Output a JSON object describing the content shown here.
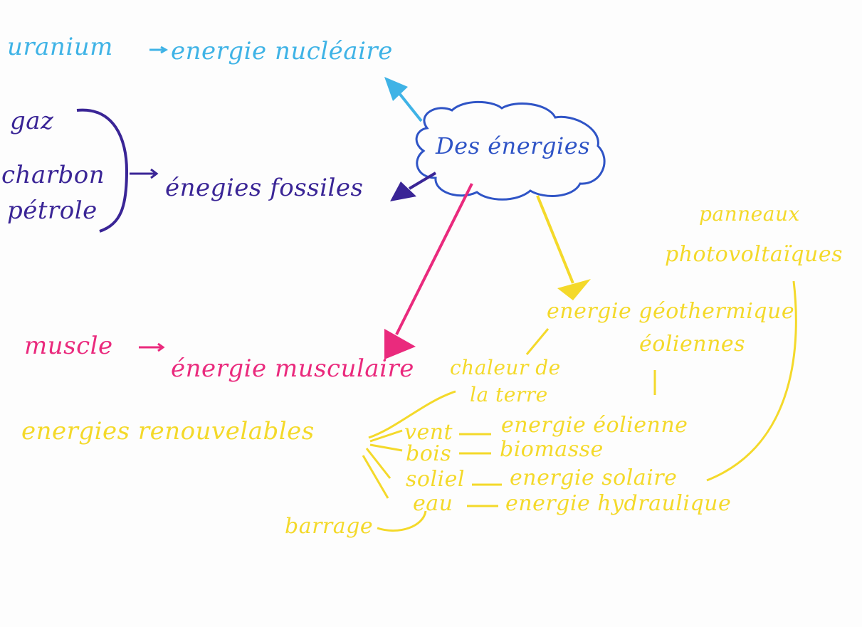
{
  "colors": {
    "nuclear": "#3fb3e6",
    "fossil": "#3a2596",
    "center": "#2f54c6",
    "muscle": "#ea2a7d",
    "renewable": "#f4d92a"
  },
  "center": {
    "label": "Des énergies"
  },
  "nuclear": {
    "source": "uranium",
    "energy": "energie nucléaire"
  },
  "fossil": {
    "sources": [
      "gaz",
      "charbon",
      "pétrole"
    ],
    "energy": "énegies fossiles"
  },
  "muscle": {
    "source": "muscle",
    "energy": "énergie musculaire"
  },
  "renewable": {
    "title": "energies renouvelables",
    "chaleur": [
      "chaleur de",
      "la terre"
    ],
    "geothermique": "energie géothermique",
    "eoliennes": "éoliennes",
    "panneaux": [
      "panneaux",
      "photovoltaïques"
    ],
    "vent": "vent",
    "vent_energy": "energie éolienne",
    "bois": "bois",
    "bois_energy": "biomasse",
    "soleil": "soliel",
    "soleil_energy": "energie solaire",
    "eau": "eau",
    "eau_energy": "energie hydraulique",
    "barrage": "barrage"
  }
}
